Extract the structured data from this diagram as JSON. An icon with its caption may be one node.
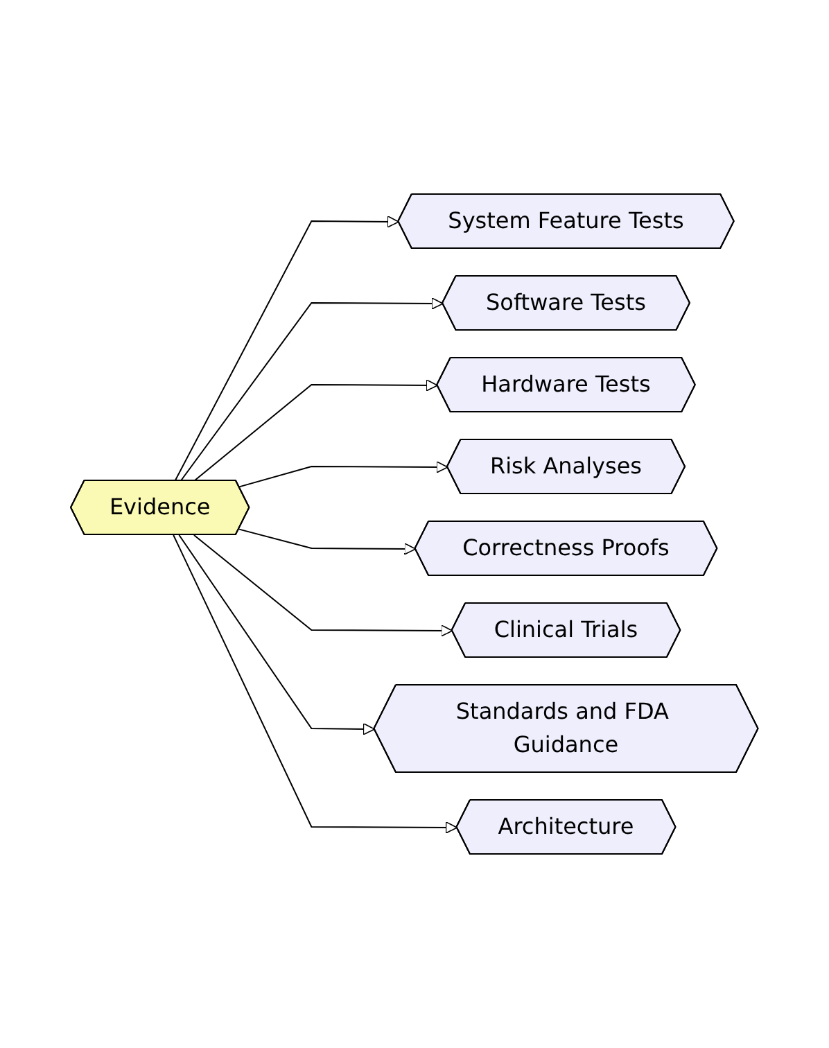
{
  "diagram": {
    "nodes": [
      {
        "text": [
          "Evidence"
        ]
      },
      {
        "text": [
          "System Feature Tests"
        ]
      },
      {
        "text": [
          "Software Tests"
        ]
      },
      {
        "text": [
          "Hardware Tests"
        ]
      },
      {
        "text": [
          "Risk Analyses"
        ]
      },
      {
        "text": [
          "Correctness Proofs"
        ]
      },
      {
        "text": [
          "Clinical Trials"
        ]
      },
      {
        "text": [
          "Standards and FDA Guidance"
        ]
      },
      {
        "text": [
          "Architecture"
        ]
      }
    ],
    "edges": [
      {
        "from": 0,
        "to": 1,
        "arrow": "to"
      },
      {
        "from": 0,
        "to": 2,
        "arrow": "to"
      },
      {
        "from": 0,
        "to": 3,
        "arrow": "to"
      },
      {
        "from": 0,
        "to": 4,
        "arrow": "to"
      },
      {
        "from": 0,
        "to": 5,
        "arrow": "to"
      },
      {
        "from": 0,
        "to": 6,
        "arrow": "to"
      },
      {
        "from": 0,
        "to": 7,
        "arrow": "to"
      },
      {
        "from": 0,
        "to": 8,
        "arrow": "to"
      }
    ]
  }
}
